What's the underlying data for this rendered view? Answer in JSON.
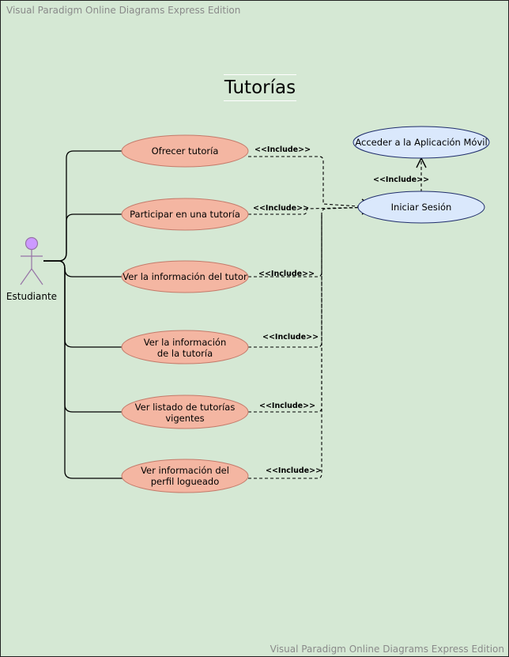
{
  "watermark": {
    "top": "Visual Paradigm Online Diagrams Express Edition",
    "bottom": "Visual Paradigm Online Diagrams Express Edition"
  },
  "title": "Tutorías",
  "actor": {
    "label": "Estudiante"
  },
  "use_cases": [
    {
      "id": "uc1",
      "lines": [
        "Ofrecer tutoría"
      ]
    },
    {
      "id": "uc2",
      "lines": [
        "Participar en una tutoría"
      ]
    },
    {
      "id": "uc3",
      "lines": [
        "Ver la información del tutor"
      ]
    },
    {
      "id": "uc4",
      "lines": [
        "Ver la información",
        "de la tutoría"
      ]
    },
    {
      "id": "uc5",
      "lines": [
        "Ver listado de tutorías",
        "vigentes"
      ]
    },
    {
      "id": "uc6",
      "lines": [
        "Ver información del",
        "perfil logueado"
      ]
    }
  ],
  "system_use_cases": {
    "login": {
      "label": "Iniciar Sesión"
    },
    "access": {
      "label": "Acceder a la Aplicación Móvil"
    }
  },
  "relations": {
    "include_label": "<<Include>>"
  },
  "colors": {
    "background": "#d5e8d4",
    "use_case_fill": "#f4b6a2",
    "use_case_stroke": "#c47a6a",
    "system_fill": "#dae8fc",
    "system_stroke": "#1f2d6b",
    "actor_fill": "#cc99ff",
    "actor_stroke": "#9673a6"
  }
}
